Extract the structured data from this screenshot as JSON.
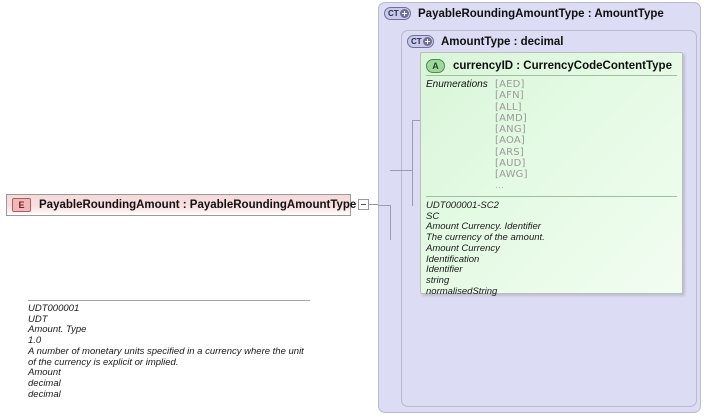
{
  "diagram": {
    "kind": "xsd-schema-diagram",
    "colors": {
      "element_fill": "#f6dada",
      "element_badge": "#f0b9b9",
      "complextype_fill": "#dcdcf4",
      "complextype_badge": "#c9c9ea",
      "attribute_fill": "#e0fae0",
      "attribute_badge": "#9fd89f",
      "border": "#9a9a9a",
      "enum_text": "#9a9a9a"
    }
  },
  "element": {
    "badge": "E",
    "badge_icon": "element-badge-icon",
    "label": "PayableRoundingAmount : PayableRoundingAmountType",
    "name": "PayableRoundingAmount",
    "type": "PayableRoundingAmountType"
  },
  "collapse_toggle": {
    "icon": "minus-collapse-icon",
    "state": "expanded"
  },
  "complex_type_outer": {
    "badge": "CT",
    "badge_icon": "complextype-expand-icon",
    "title": "PayableRoundingAmountType : AmountType",
    "name": "PayableRoundingAmountType",
    "base": "AmountType",
    "documentation": [
      "UDT000001",
      "UDT",
      "Amount. Type",
      "1.0",
      "A number of monetary units specified in a currency where the unit of the currency is explicit or implied.",
      "Amount",
      "decimal",
      "decimal"
    ]
  },
  "complex_type_inner": {
    "badge": "CT",
    "badge_icon": "complextype-expand-icon",
    "title": "AmountType : decimal",
    "name": "AmountType",
    "base": "decimal"
  },
  "attribute": {
    "badge": "A",
    "badge_icon": "attribute-badge-icon",
    "title": "currencyID : CurrencyCodeContentType",
    "name": "currencyID",
    "type": "CurrencyCodeContentType",
    "facets_label": "Enumerations",
    "enumerations": [
      "[AED]",
      "[AFN]",
      "[ALL]",
      "[AMD]",
      "[ANG]",
      "[AOA]",
      "[ARS]",
      "[AUD]",
      "[AWG]",
      "..."
    ],
    "documentation": [
      "UDT000001-SC2",
      "SC",
      "Amount Currency. Identifier",
      "The currency of the amount.",
      "Amount Currency",
      "Identification",
      "Identifier",
      "string",
      "normalisedString"
    ]
  }
}
